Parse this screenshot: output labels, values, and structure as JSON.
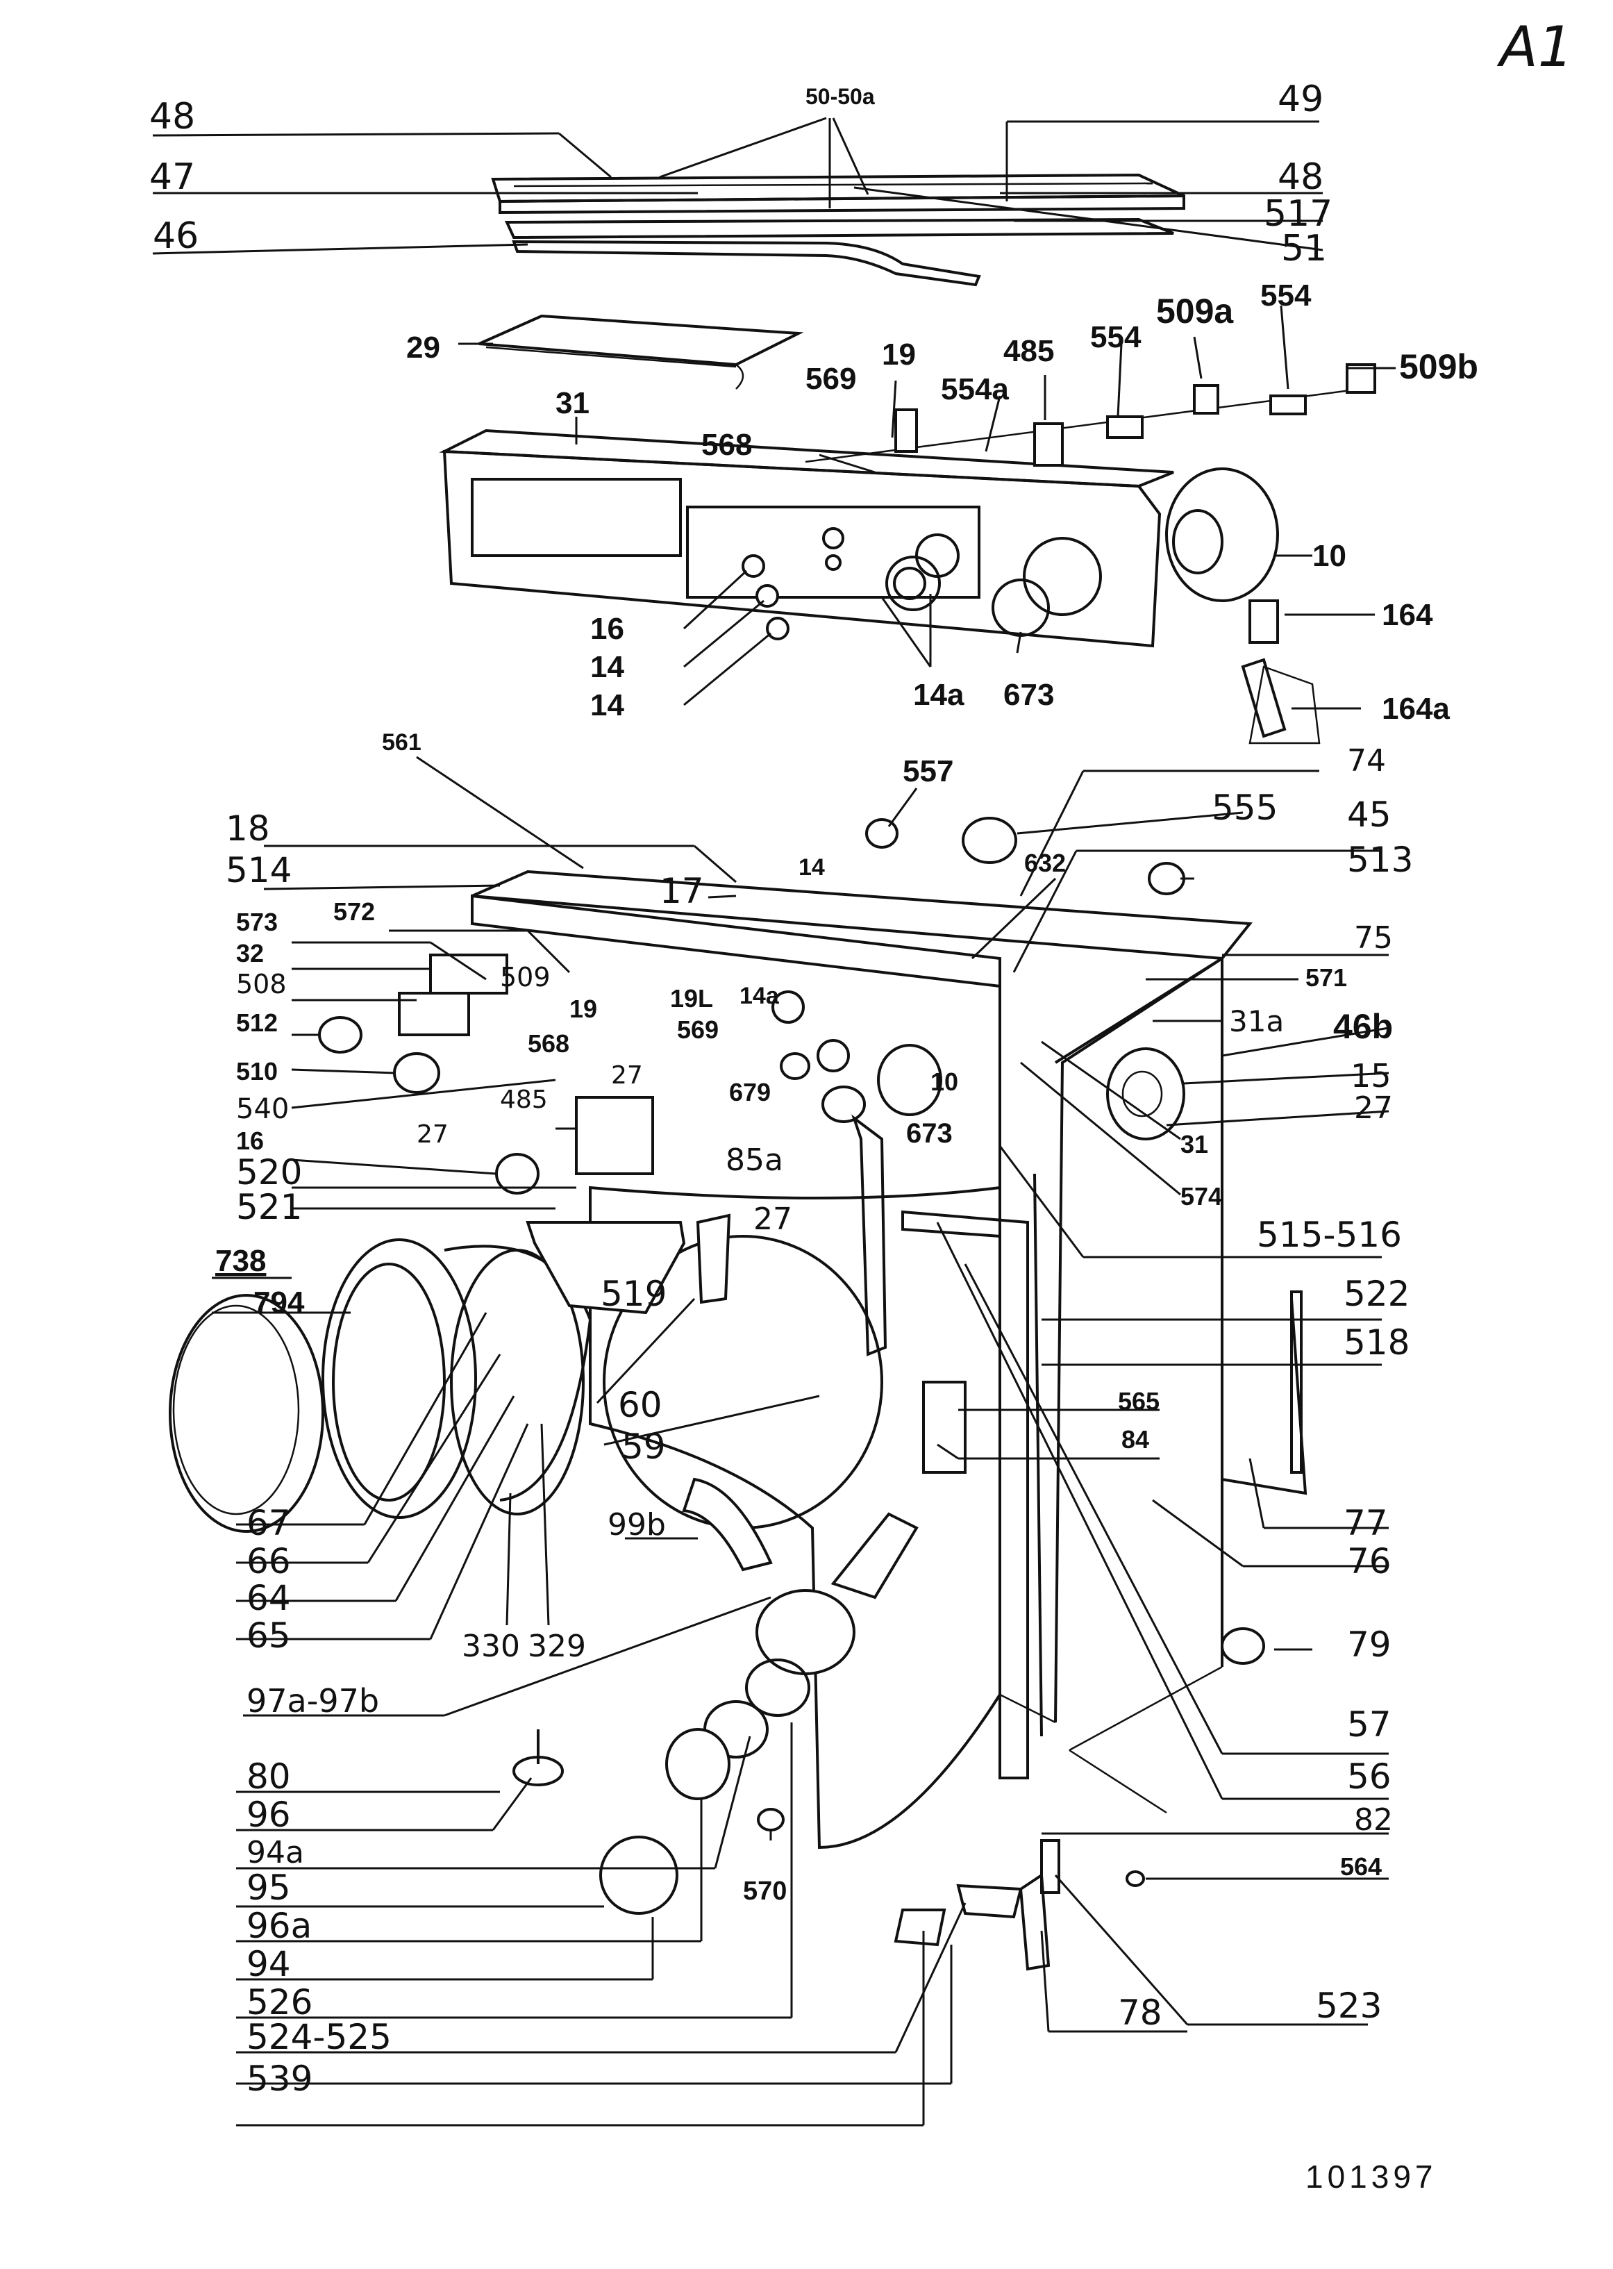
{
  "sheet": {
    "corner_code": "A1",
    "footer_code": "101397"
  },
  "labels": {
    "l48": "48",
    "l47": "47",
    "l46": "46",
    "l50": "50-50a",
    "l49": "49",
    "l48b": "48",
    "l517": "517",
    "l51": "51",
    "l29": "29",
    "l31": "31",
    "l569": "569",
    "l19": "19",
    "l554a": "554a",
    "l485": "485",
    "l554": "554",
    "l509a": "509a",
    "l554b": "554",
    "l509b": "509b",
    "l568": "568",
    "l10": "10",
    "l16": "16",
    "l14": "14",
    "l14b": "14",
    "l14a": "14a",
    "l673": "673",
    "l164": "164",
    "l164a": "164a",
    "l561": "561",
    "l557": "557",
    "l74": "74",
    "l18": "18",
    "l555": "555",
    "l45": "45",
    "l514": "514",
    "l17": "17",
    "l14c": "14",
    "l632": "632",
    "l513": "513",
    "l573": "573",
    "l572": "572",
    "l75": "75",
    "l32": "32",
    "l571": "571",
    "l508": "508",
    "l509": "509",
    "l19b": "19",
    "l19L": "19L",
    "l14ab": "14a",
    "l512": "512",
    "l568b": "568",
    "l569b": "569",
    "l31a": "31a",
    "l46b": "46b",
    "l510": "510",
    "l27a": "27",
    "l679": "679",
    "l10b": "10",
    "l15": "15",
    "l540": "540",
    "l673b": "673",
    "l27b": "27",
    "l485b": "485",
    "l31b": "31",
    "l27c": "27",
    "l16b": "16",
    "l85a": "85a",
    "l574": "574",
    "l520": "520",
    "l521": "521",
    "l27d": "27",
    "l515": "515-516",
    "l738": "738",
    "l794": "794",
    "l519": "519",
    "l522": "522",
    "l518": "518",
    "l60": "60",
    "l565": "565",
    "l59": "59",
    "l84": "84",
    "l67": "67",
    "l99b": "99b",
    "l77": "77",
    "l66": "66",
    "l76": "76",
    "l64": "64",
    "l65": "65",
    "l330": "330",
    "l329": "329",
    "l79": "79",
    "l97": "97a-97b",
    "l57": "57",
    "l80": "80",
    "l56": "56",
    "l96": "96",
    "l82": "82",
    "l94a": "94a",
    "l570": "570",
    "l564": "564",
    "l95": "95",
    "l96a": "96a",
    "l94": "94",
    "l526": "526",
    "l523": "523",
    "l78": "78",
    "l524": "524-525",
    "l539": "539"
  }
}
